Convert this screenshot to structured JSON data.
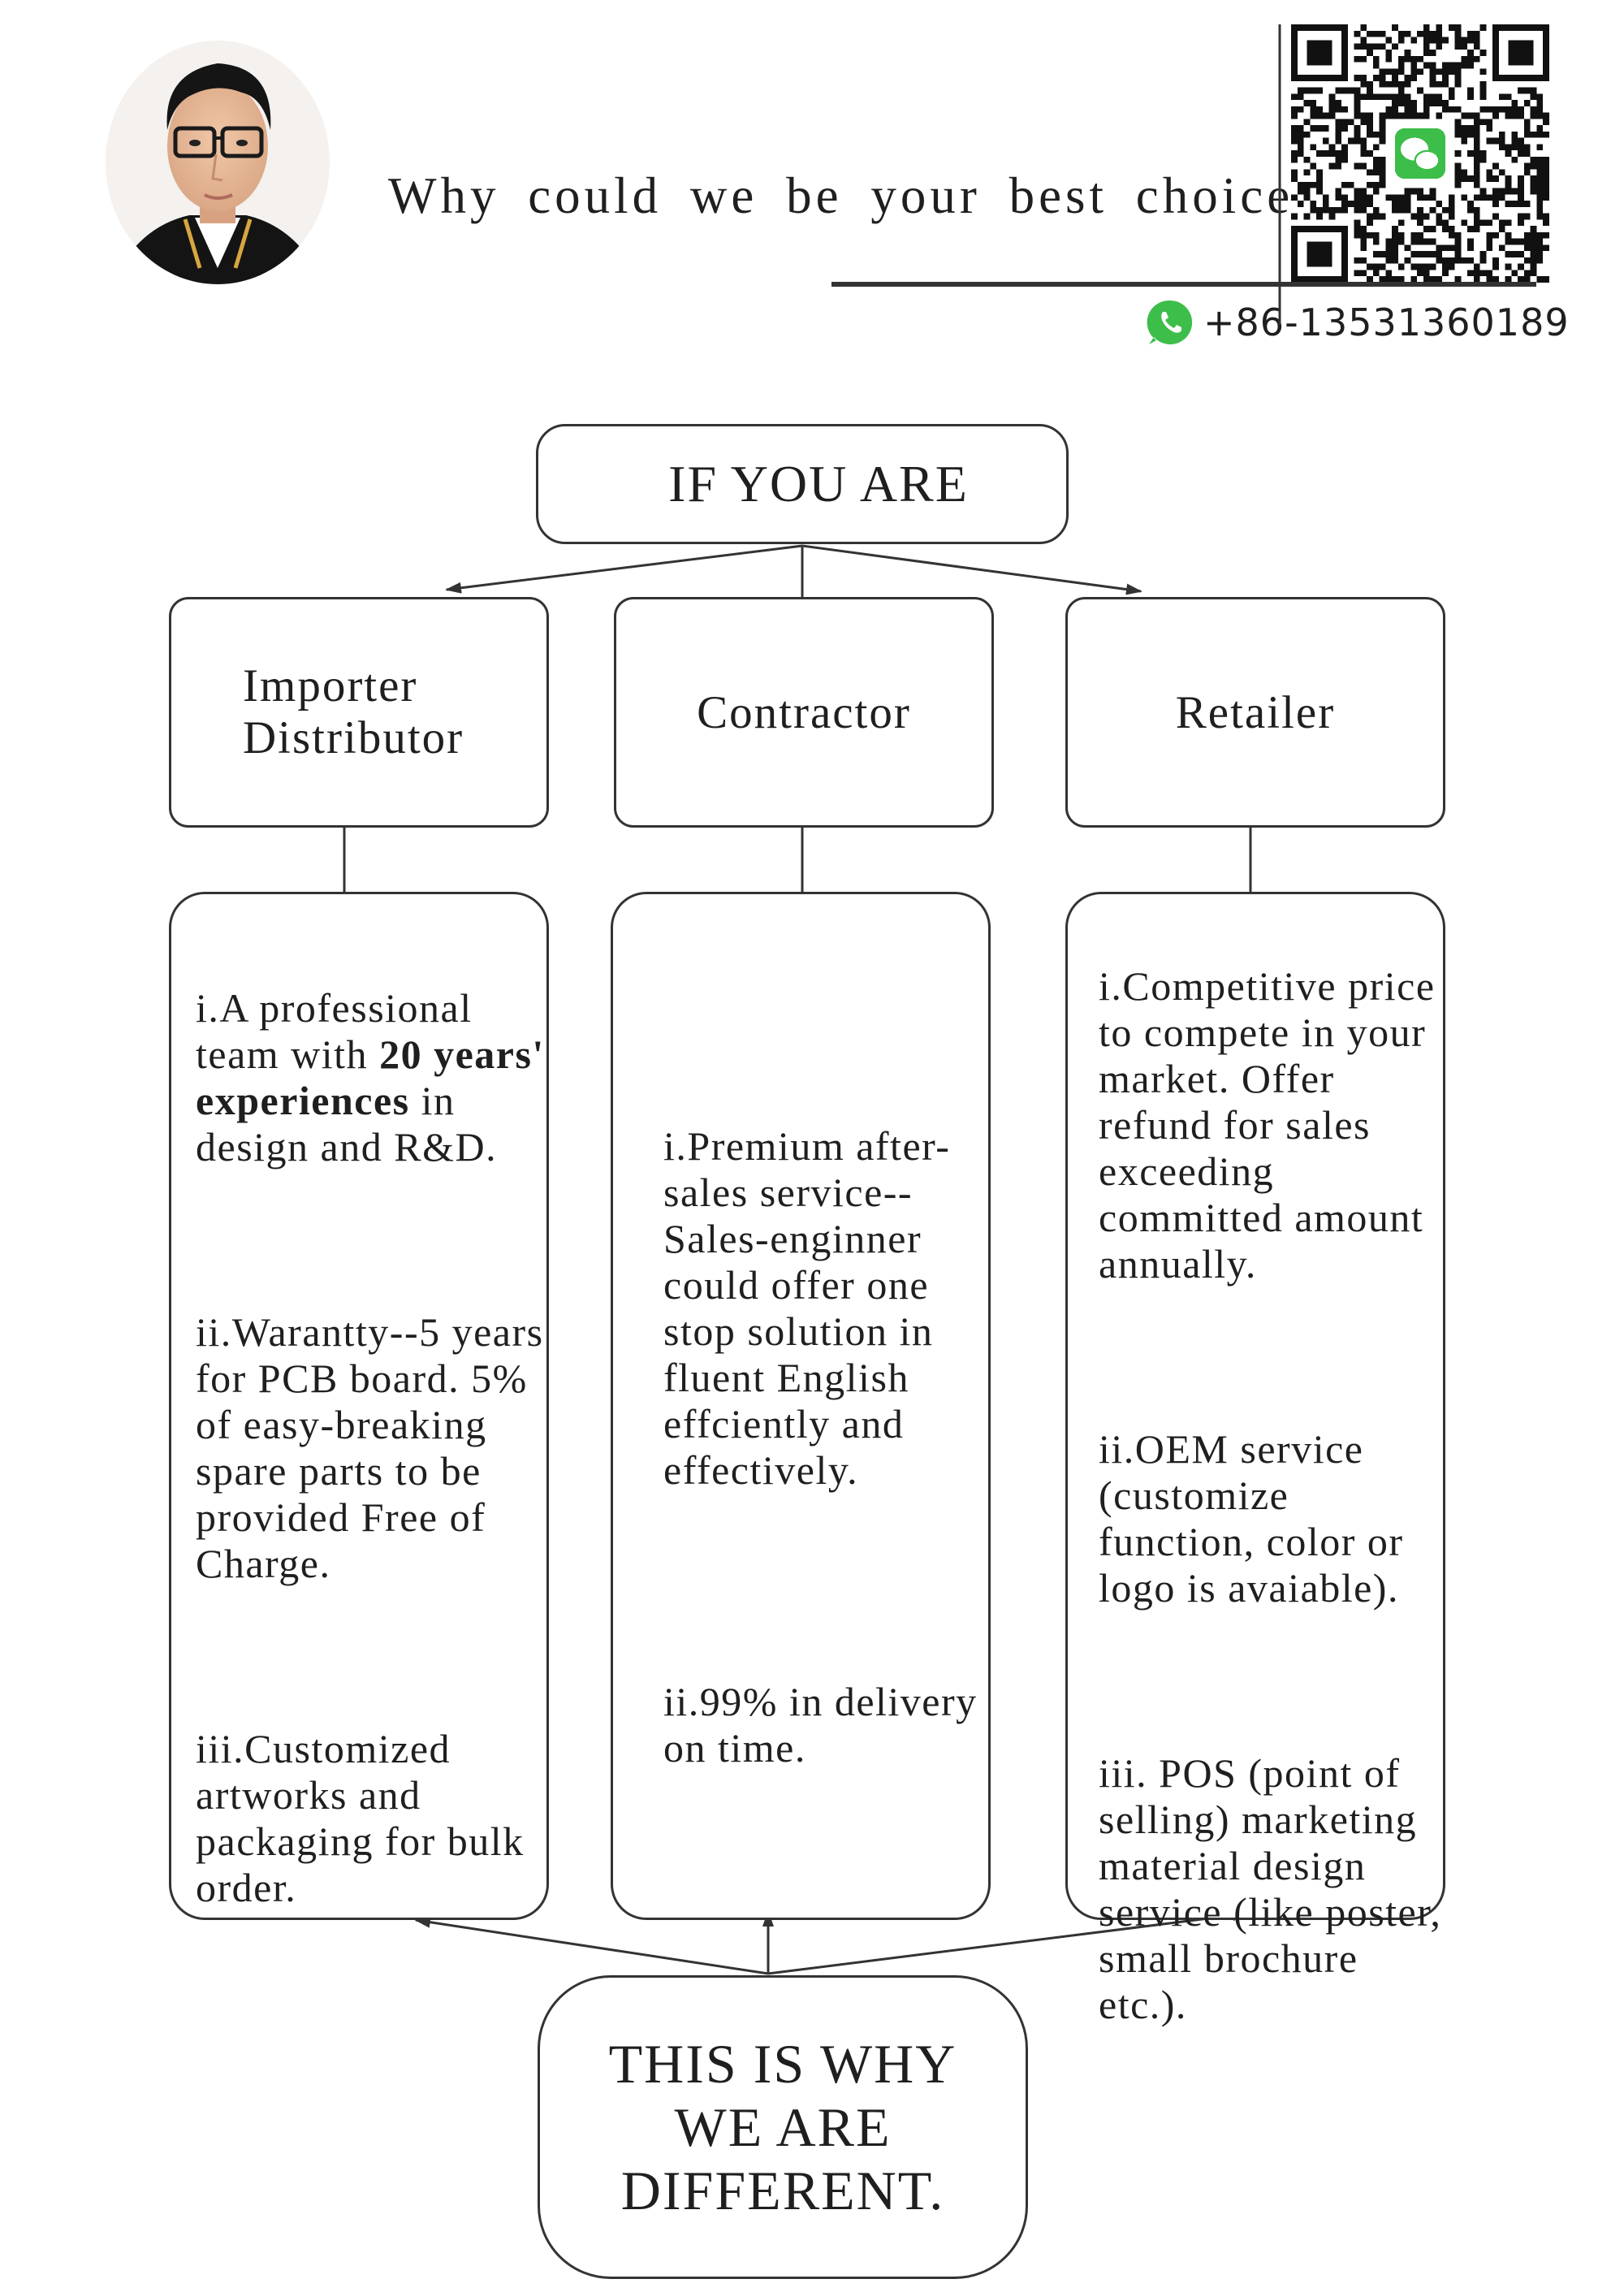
{
  "header": {
    "headline": "Why could we be your best choice?",
    "phone": "+86-13531360189",
    "phone_icon": "whatsapp-icon",
    "qr_icon": "wechat-qr-code"
  },
  "top_box": {
    "label": "IF YOU ARE"
  },
  "categories": [
    {
      "label_line1": "Importer",
      "label_line2": "Distributor"
    },
    {
      "label": "Contractor"
    },
    {
      "label": "Retailer"
    }
  ],
  "details": {
    "importer": {
      "p1_pre": "i.A professional team with ",
      "p1_bold1": "20 years' experiences",
      "p1_post": " in design and R&D.",
      "p2": "ii.Warantty--5 years for PCB board. 5% of easy-breaking spare parts to be provided Free of Charge.",
      "p3": "iii.Customized artworks and packaging for bulk order."
    },
    "contractor": {
      "p1": "i.Premium after-sales service--Sales-enginner could offer one  stop solution in fluent English effciently and effectively.",
      "p2": "ii.99% in delivery on time."
    },
    "retailer": {
      "p1": "i.Competitive price to compete in your market. Offer refund for sales exceeding committed amount annually.",
      "p2": "ii.OEM service (customize function, color or logo is avaiable).",
      "p3": "iii. POS (point of selling) marketing material design service (like poster, small brochure etc.)."
    }
  },
  "bottom_box": {
    "line1": "THIS IS WHY",
    "line2": "WE ARE",
    "line3": "DIFFERENT."
  },
  "colors": {
    "line": "#333333",
    "whatsapp": "#3dbe4a",
    "wechat": "#3dbe4a"
  }
}
